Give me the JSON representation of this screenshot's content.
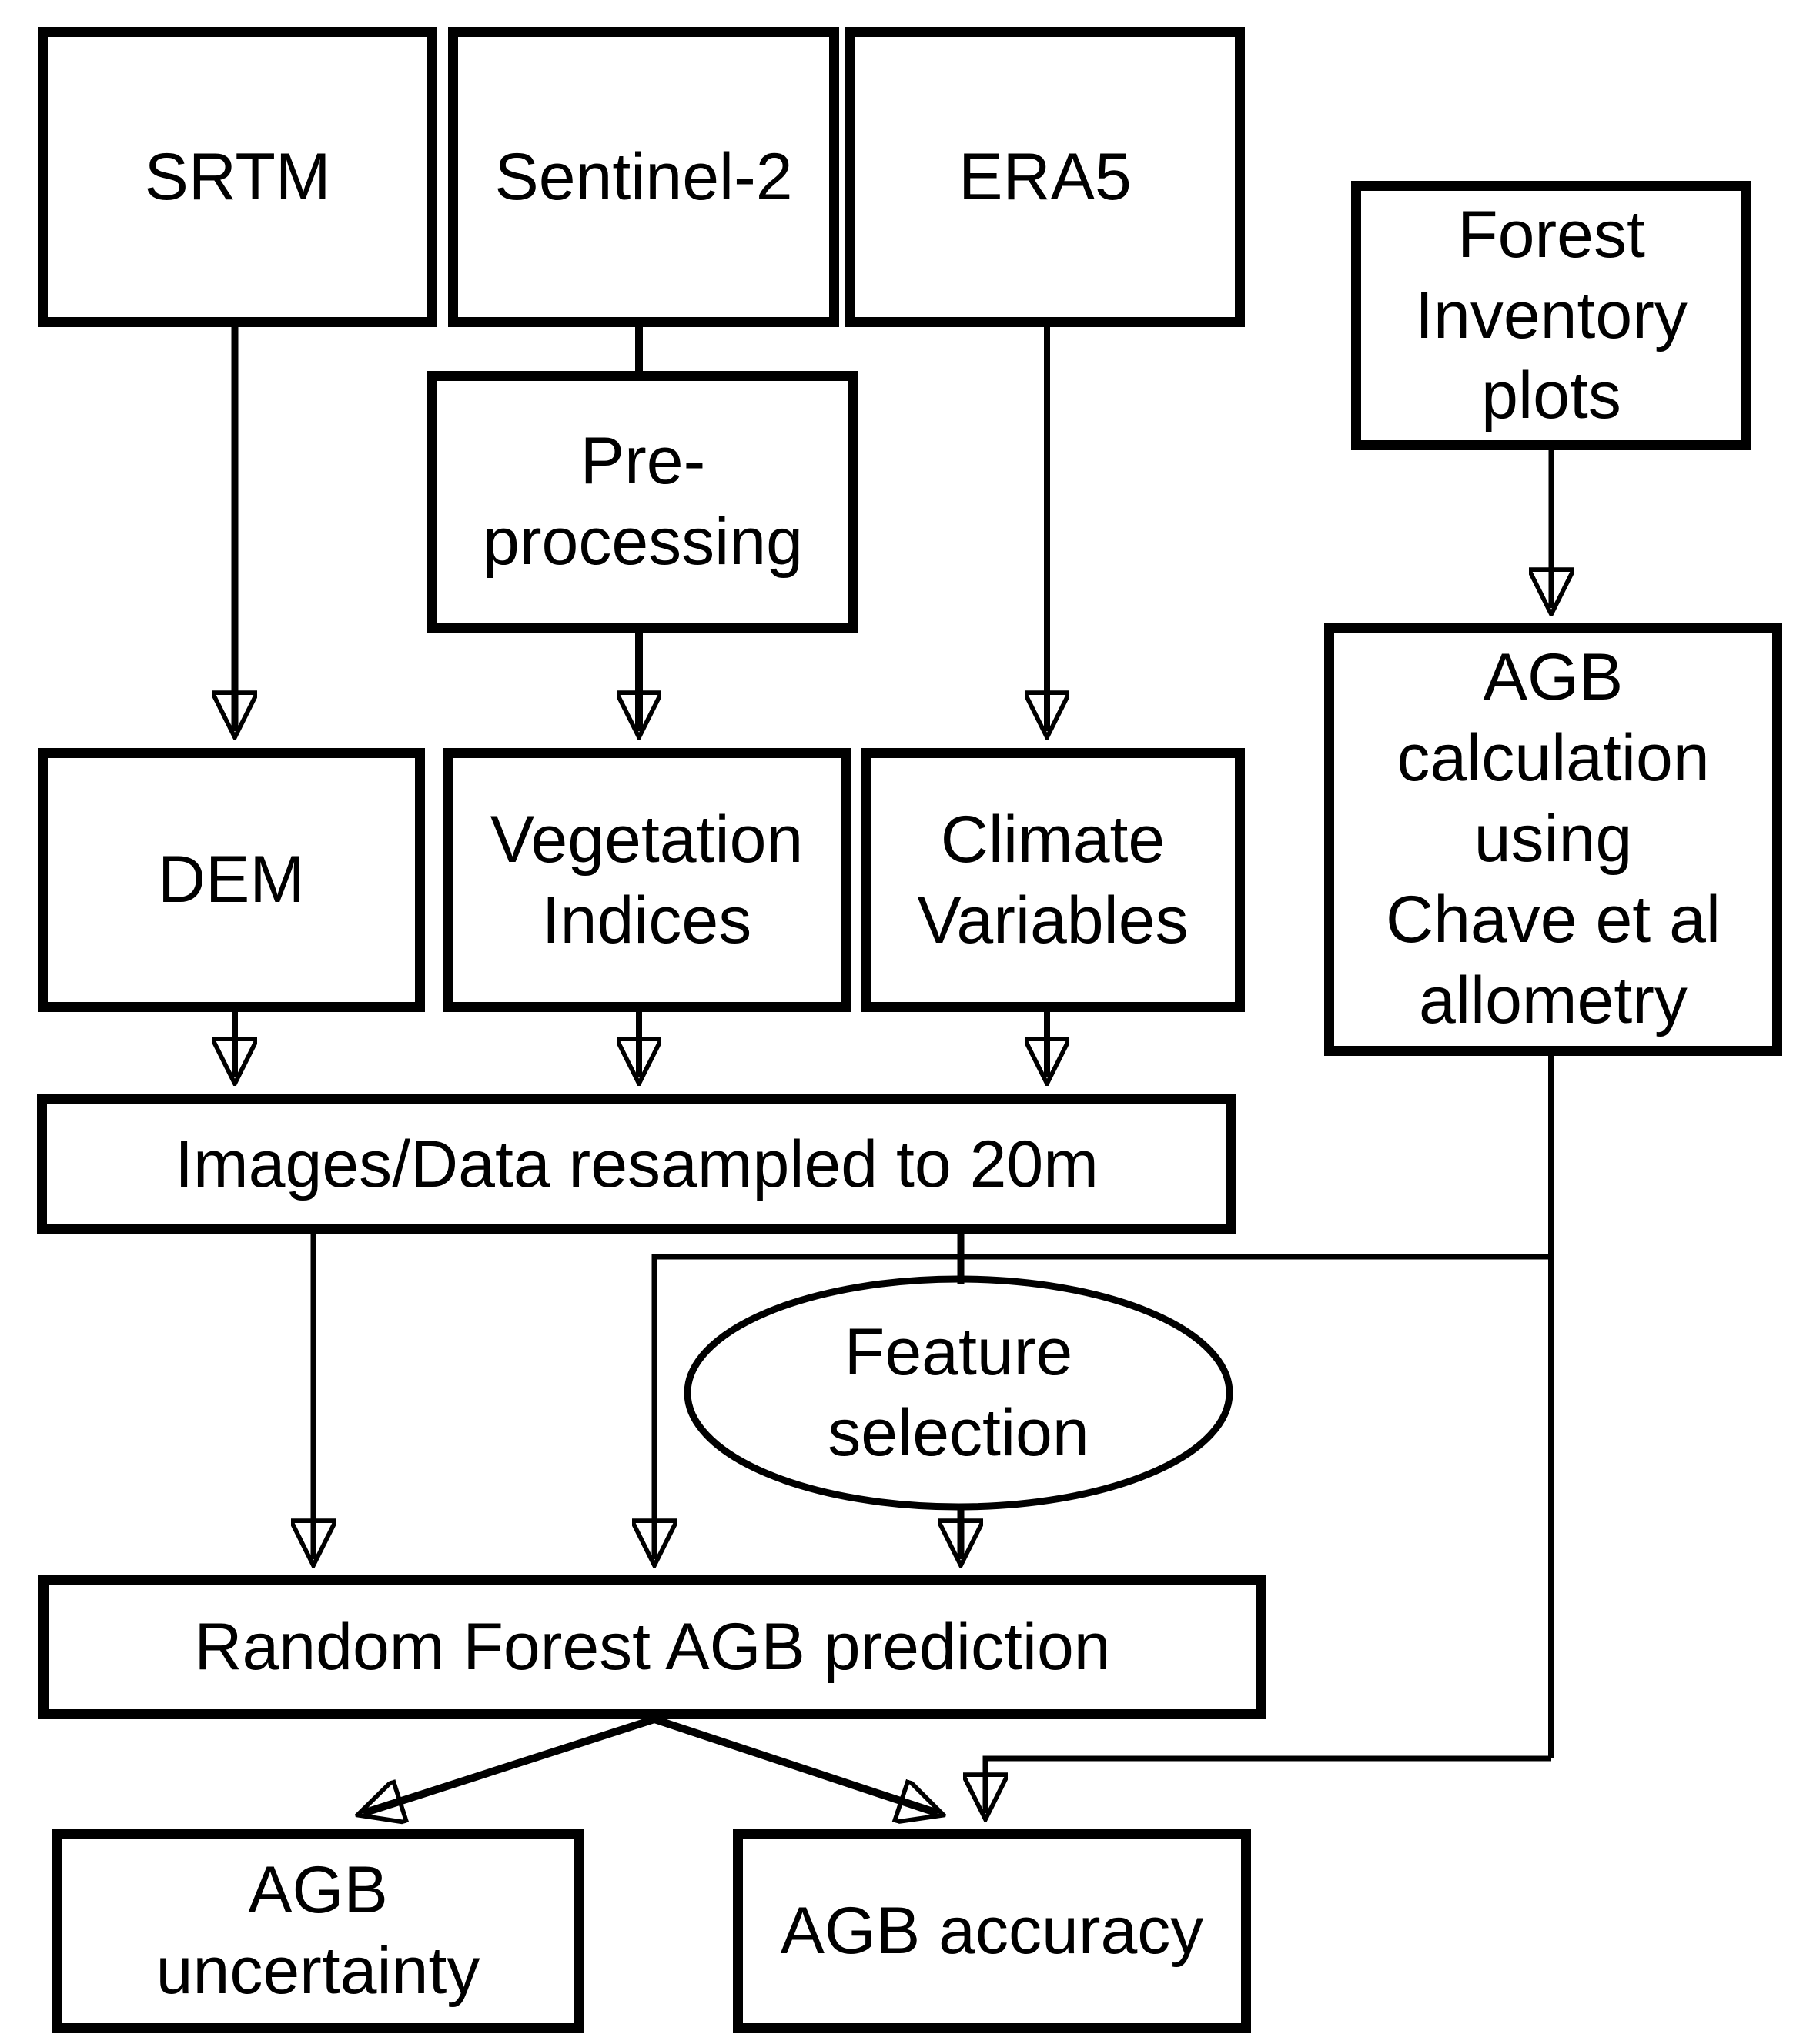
{
  "diagram": {
    "type": "flowchart",
    "background_color": "#ffffff",
    "line_color": "#000000",
    "box_border_color": "#000000",
    "text_color": "#000000",
    "nodes": {
      "srtm": "SRTM",
      "sentinel2": "Sentinel-2",
      "era5": "ERA5",
      "forest_inventory": "Forest\nInventory\nplots",
      "preprocessing": "Pre-\nprocessing",
      "dem": "DEM",
      "vegetation_indices": "Vegetation\nIndices",
      "climate_variables": "Climate\nVariables",
      "agb_calculation": "AGB\ncalculation\nusing\nChave et al\nallometry",
      "images_resampled": "Images/Data resampled to 20m",
      "feature_selection": "Feature\nselection",
      "rf_prediction": "Random Forest AGB prediction",
      "agb_uncertainty": "AGB\nuncertainty",
      "agb_accuracy": "AGB accuracy"
    },
    "edges": [
      {
        "from": "srtm",
        "to": "dem",
        "arrow": true
      },
      {
        "from": "sentinel2",
        "to": "preprocessing",
        "arrow": false
      },
      {
        "from": "preprocessing",
        "to": "vegetation_indices",
        "arrow": true
      },
      {
        "from": "era5",
        "to": "climate_variables",
        "arrow": true
      },
      {
        "from": "dem",
        "to": "images_resampled",
        "arrow": true
      },
      {
        "from": "vegetation_indices",
        "to": "images_resampled",
        "arrow": true
      },
      {
        "from": "climate_variables",
        "to": "images_resampled",
        "arrow": true
      },
      {
        "from": "forest_inventory",
        "to": "agb_calculation",
        "arrow": true
      },
      {
        "from": "images_resampled",
        "to": "rf_prediction",
        "arrow": true
      },
      {
        "from": "images_resampled",
        "to": "feature_selection",
        "arrow": false
      },
      {
        "from": "feature_selection",
        "to": "rf_prediction",
        "arrow": true
      },
      {
        "from": "agb_calculation",
        "to": "rf_prediction",
        "arrow": true
      },
      {
        "from": "agb_calculation",
        "to": "agb_accuracy",
        "arrow": true
      },
      {
        "from": "rf_prediction",
        "to": "agb_uncertainty",
        "arrow": true
      },
      {
        "from": "rf_prediction",
        "to": "agb_accuracy",
        "arrow": true
      }
    ]
  }
}
